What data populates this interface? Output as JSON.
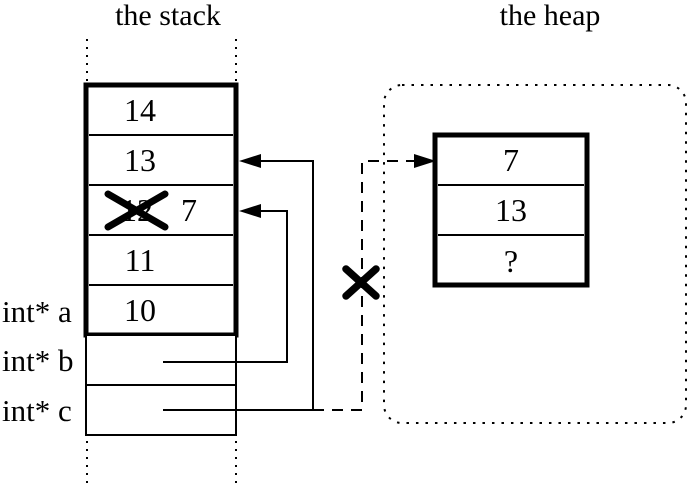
{
  "titles": {
    "stack": "the stack",
    "heap": "the heap"
  },
  "stack_box": {
    "rows": [
      {
        "value": "14"
      },
      {
        "value": "13"
      },
      {
        "value": "12",
        "crossed_out": true,
        "new_value": "7"
      },
      {
        "value": "11"
      },
      {
        "value": "10"
      }
    ]
  },
  "pointer_labels": [
    {
      "label": "int* a"
    },
    {
      "label": "int* b"
    },
    {
      "label": "int* c"
    }
  ],
  "heap_box": {
    "rows": [
      {
        "value": "7"
      },
      {
        "value": "13"
      },
      {
        "value": "?"
      }
    ]
  },
  "colors": {
    "ink": "#000000",
    "background": "#ffffff"
  }
}
